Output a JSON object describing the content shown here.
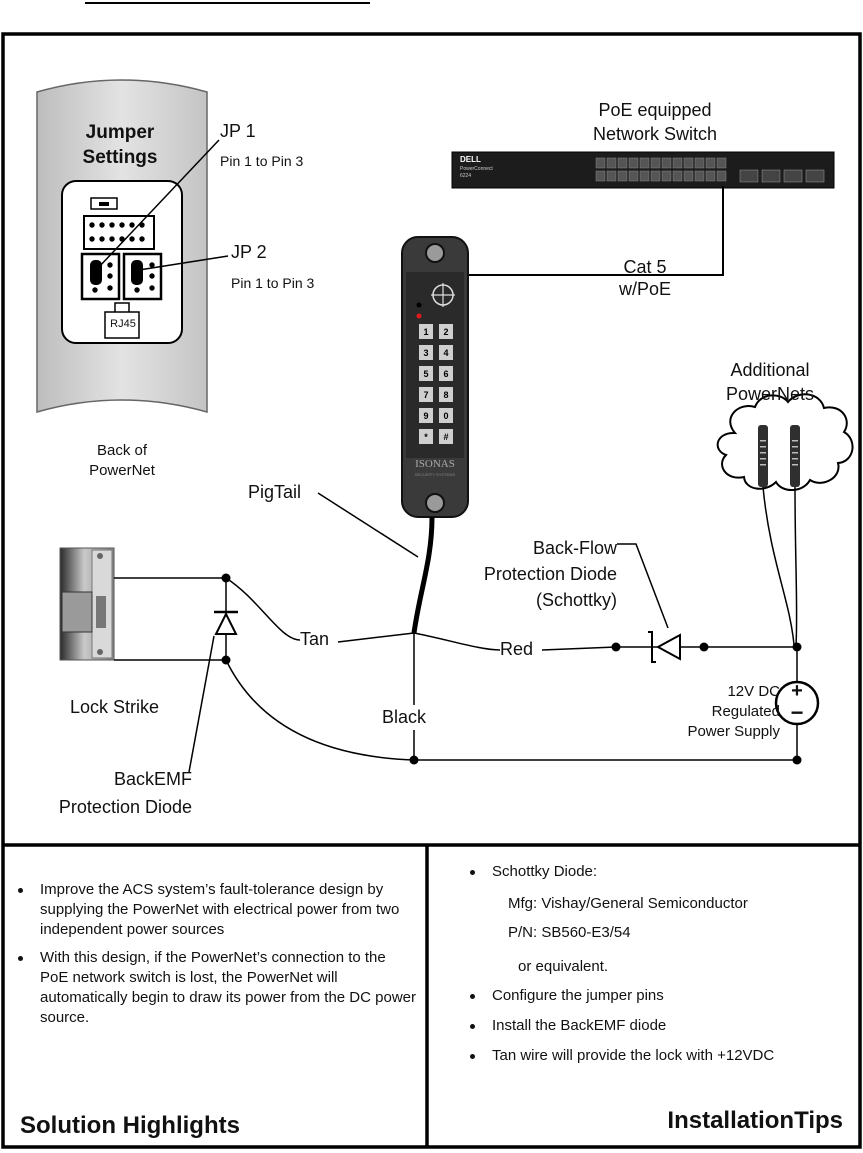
{
  "jumper": {
    "title_line1": "Jumper",
    "title_line2": "Settings",
    "rj45": "RJ45",
    "jp1_label": "JP 1",
    "jp1_desc": "Pin 1 to Pin 3",
    "jp2_label": "JP 2",
    "jp2_desc": "Pin 1 to Pin 3",
    "caption_line1": "Back of",
    "caption_line2": "PowerNet"
  },
  "switch": {
    "label_line1": "PoE equipped",
    "label_line2": "Network Switch",
    "brand": "DELL",
    "model_line1": "PowerConnect",
    "model_line2": "6224"
  },
  "cable": {
    "line1": "Cat 5",
    "line2": "w/PoE"
  },
  "reader": {
    "keys": [
      "1",
      "2",
      "3",
      "4",
      "5",
      "6",
      "7",
      "8",
      "9",
      "0",
      "*",
      "#"
    ],
    "brand": "ISONAS",
    "tagline": "SECURITY SYSTEMS"
  },
  "additional": {
    "line1": "Additional",
    "line2": "PowerNets"
  },
  "wires": {
    "pigtail": "PigTail",
    "tan": "Tan",
    "red": "Red",
    "black": "Black"
  },
  "backflow": {
    "line1": "Back-Flow",
    "line2": "Protection Diode",
    "line3": "(Schottky)"
  },
  "power": {
    "line1": "12V DC",
    "line2": "Regulated",
    "line3": "Power Supply",
    "plus": "+",
    "minus": "−"
  },
  "lock": {
    "label": "Lock Strike"
  },
  "backemf": {
    "line1": "BackEMF",
    "line2": "Protection Diode"
  },
  "highlights": {
    "title": "Solution Highlights",
    "items": [
      "Improve the ACS system’s fault-tolerance design by supplying the PowerNet with electrical power from two independent power sources",
      "With this design, if the PowerNet’s connection to the PoE network switch is lost, the PowerNet will automatically begin to draw its power from the DC power source."
    ]
  },
  "tips": {
    "title": "InstallationTips",
    "schottky_heading": "Schottky Diode:",
    "mfg": "Mfg: Vishay/General Semiconductor",
    "pn": "P/N:  SB560-E3/54",
    "equiv": "or equivalent.",
    "items": [
      "Configure the jumper pins",
      "Install the BackEMF diode",
      "Tan wire will provide the lock with +12VDC"
    ]
  }
}
